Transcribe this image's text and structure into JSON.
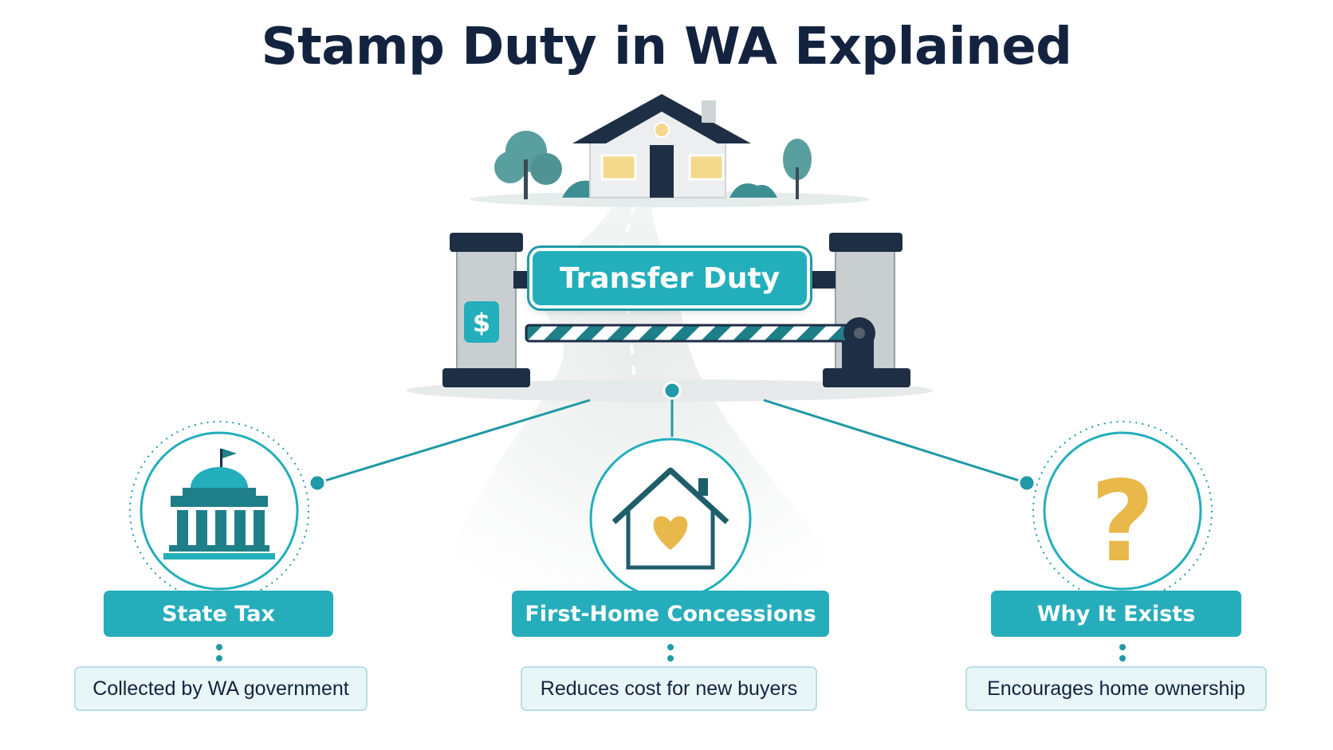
{
  "title": "Stamp Duty in WA Explained",
  "gate": {
    "sign_label": "Transfer Duty",
    "dollar_symbol": "$",
    "dollar_icon": "dollar-sign-icon"
  },
  "items": [
    {
      "label": "State Tax",
      "description": "Collected by WA government",
      "icon": "government-building-icon"
    },
    {
      "label": "First-Home Concessions",
      "description": "Reduces cost for new buyers",
      "icon": "house-heart-icon"
    },
    {
      "label": "Why It Exists",
      "description": "Encourages home ownership",
      "icon": "question-mark-icon",
      "symbol": "?"
    }
  ],
  "colors": {
    "teal": "#23aebb",
    "navy": "#13233f",
    "gold": "#e8b84a",
    "label_bg": "#26adbb",
    "desc_bg": "#e9f6f8"
  }
}
